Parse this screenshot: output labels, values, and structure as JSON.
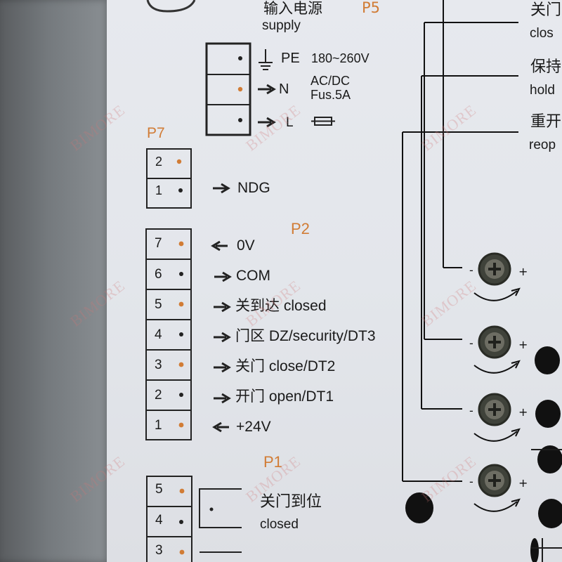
{
  "power": {
    "title_cn": "输入电源",
    "title_en": "supply",
    "code": "P5",
    "pe": "PE",
    "voltage": "180~260V",
    "n": "N",
    "ac_dc": "AC/DC",
    "fuse": "Fus.5A",
    "l": "L"
  },
  "p7": {
    "code": "P7",
    "rows": [
      {
        "pin": "2",
        "label": ""
      },
      {
        "pin": "1",
        "label": "NDG"
      }
    ]
  },
  "p2": {
    "code": "P2",
    "rows": [
      {
        "pin": "7",
        "label": "0V"
      },
      {
        "pin": "6",
        "label": "COM"
      },
      {
        "pin": "5",
        "label": "关到达 closed"
      },
      {
        "pin": "4",
        "label": "门区 DZ/security/DT3"
      },
      {
        "pin": "3",
        "label": "关门 close/DT2"
      },
      {
        "pin": "2",
        "label": "开门 open/DT1"
      },
      {
        "pin": "1",
        "label": "+24V"
      }
    ]
  },
  "p1": {
    "code": "P1",
    "rows": [
      {
        "pin": "5"
      },
      {
        "pin": "4"
      },
      {
        "pin": "3"
      }
    ],
    "label_cn": "关门到位",
    "label_en": "closed"
  },
  "right": {
    "top_cn": "关门",
    "top_en": "clos",
    "hold_cn": "保持",
    "hold_en": "hold",
    "reopen_cn": "重开",
    "reopen_en": "reop"
  },
  "watermark": "BIMORE",
  "colors": {
    "accent": "#d17c35",
    "text": "#1a1a1a",
    "panel": "#e6e8ed"
  }
}
